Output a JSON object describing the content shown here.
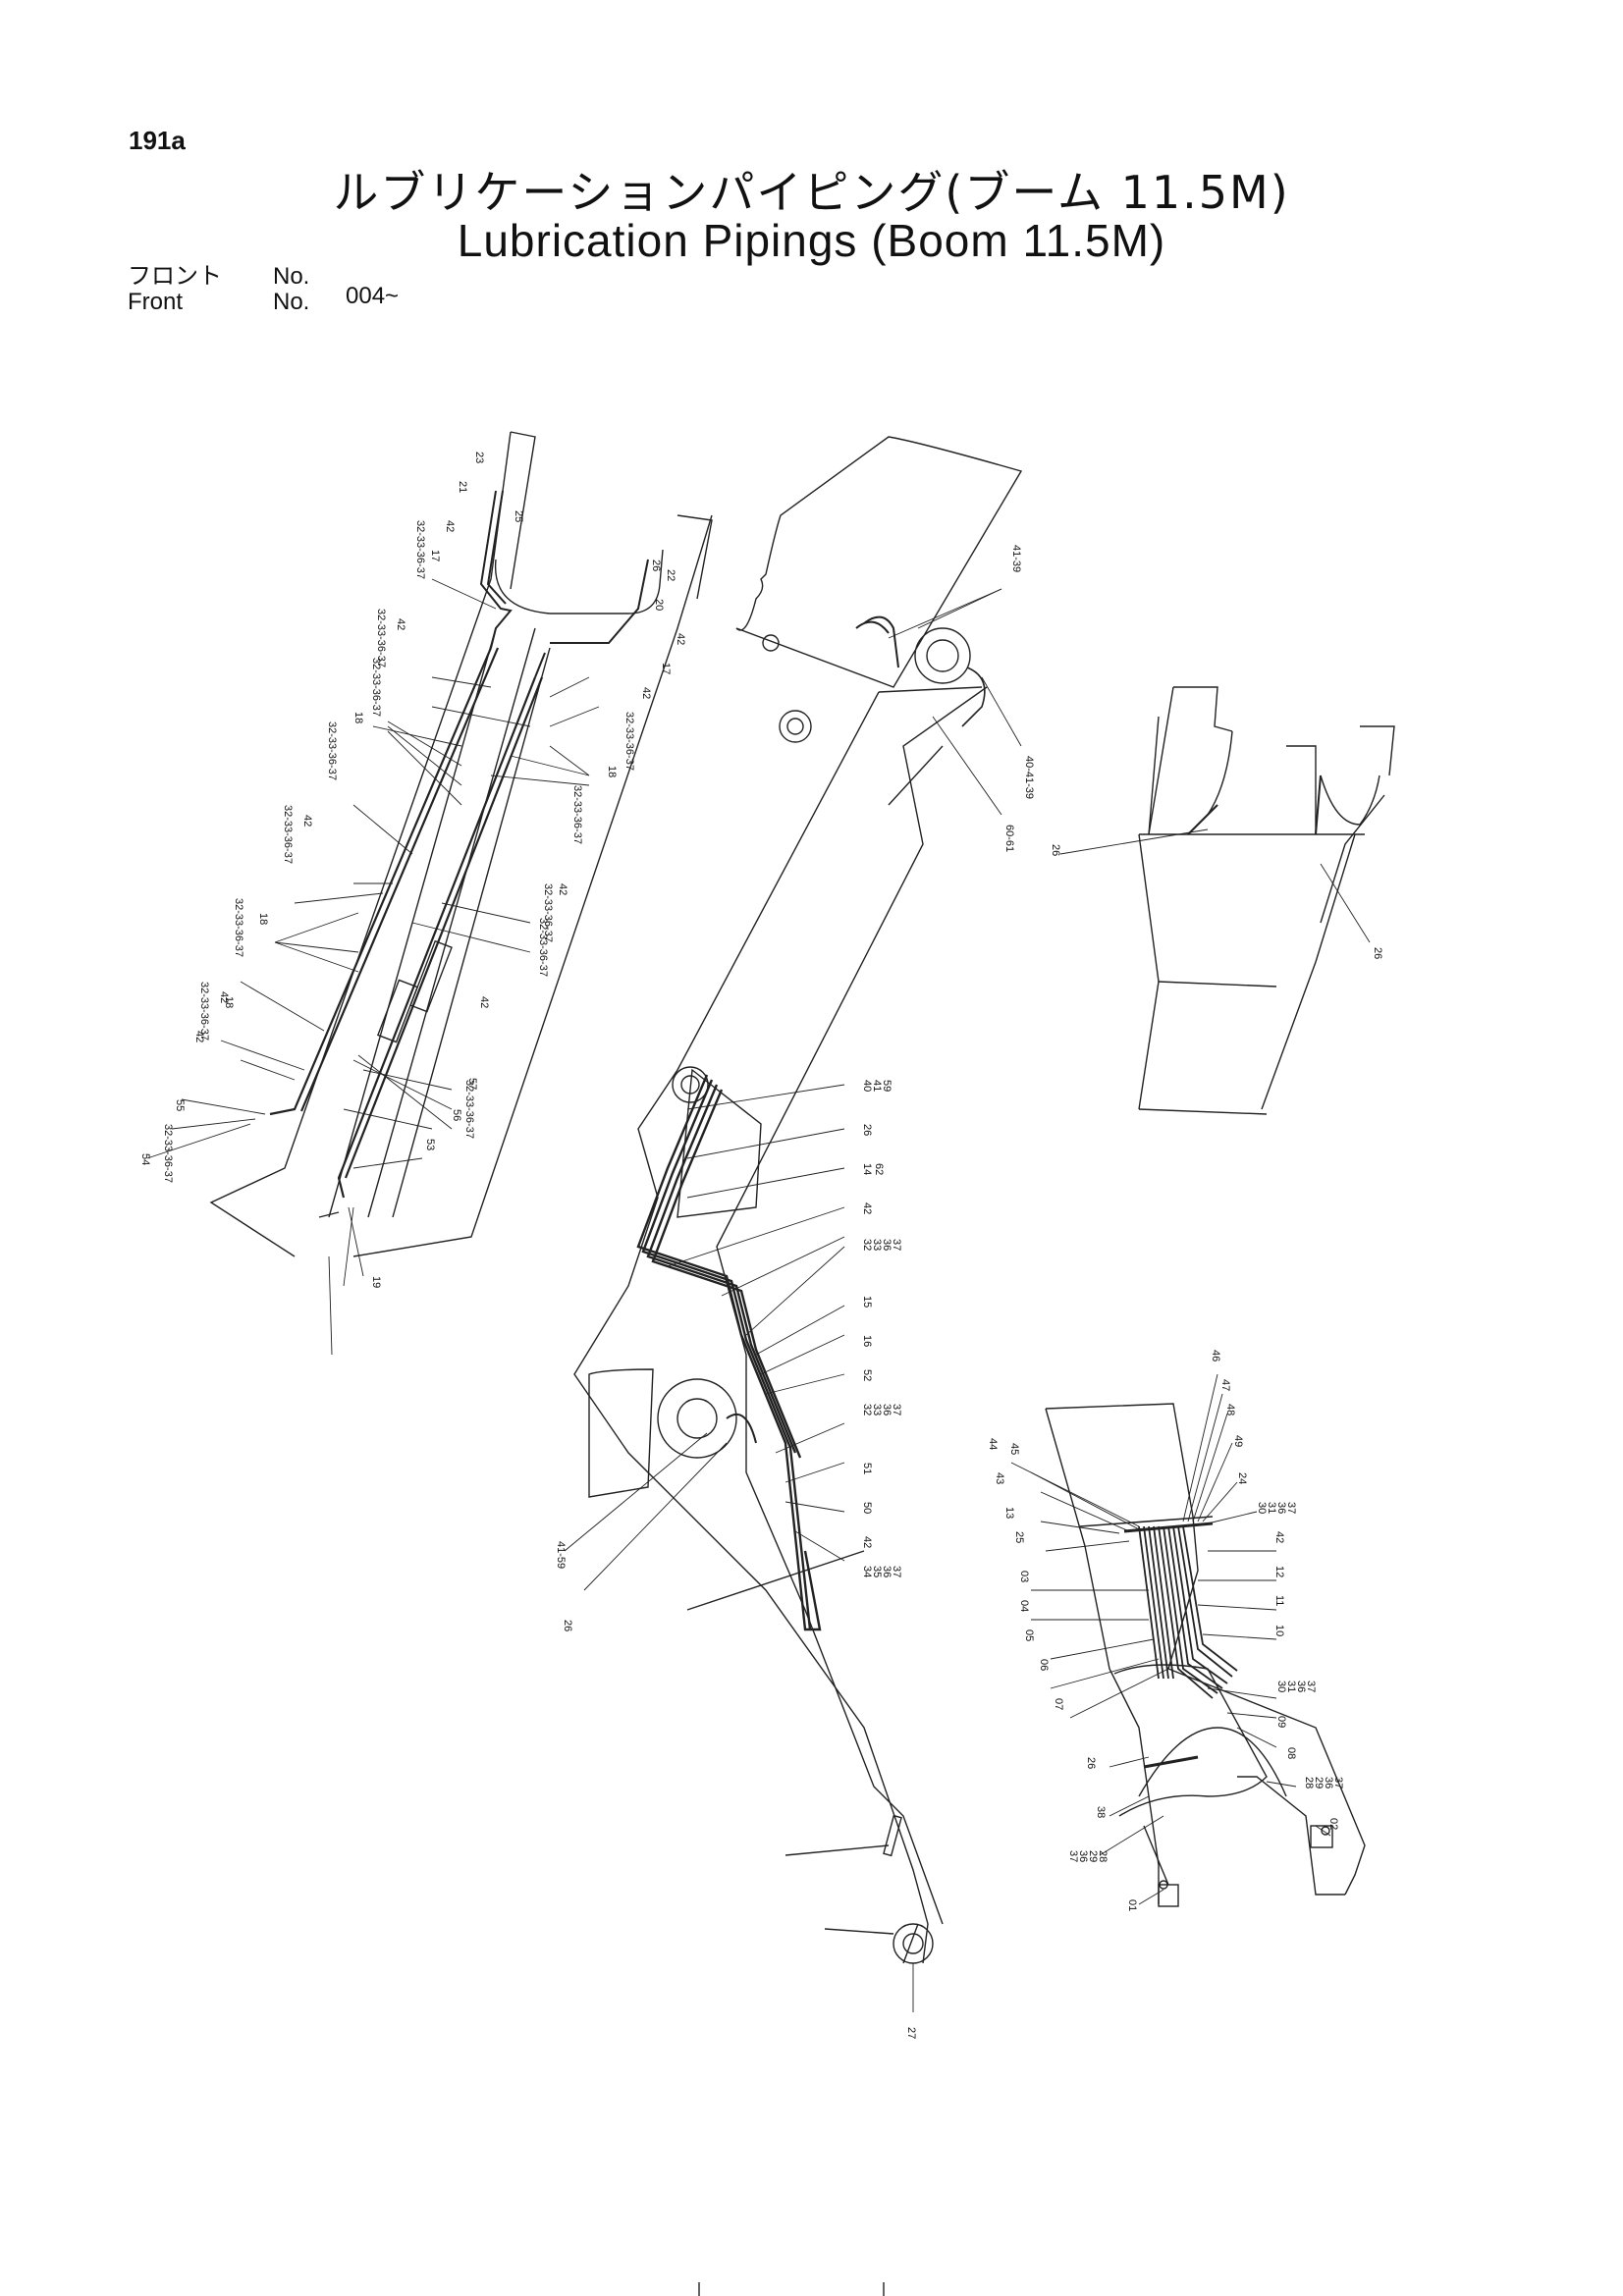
{
  "header": {
    "page_id": "191a",
    "title_jp": "ルブリケーションパイピング(ブーム 11.5M)",
    "title_en": "Lubrication Pipings (Boom 11.5M)",
    "front_jp": "フロント",
    "front_en": "Front",
    "no_label_1": "No.",
    "no_label_2": "No.",
    "serial": "004~"
  },
  "callouts": {
    "left_view": [
      "23",
      "21",
      "25",
      "42",
      "17",
      "32-33-36-37",
      "26",
      "22",
      "20",
      "42",
      "17",
      "32-33-36-37",
      "42",
      "32-33-36-37",
      "18",
      "32-33-36-37",
      "42",
      "32-33-36-37",
      "18",
      "32-33-36-37",
      "42",
      "32-33-36-37",
      "32-33-36-37",
      "42",
      "32-33-36-37",
      "18",
      "32-33-36-37",
      "42",
      "32-33-36-37",
      "42",
      "32-33-36-37",
      "18",
      "42",
      "57",
      "56",
      "55",
      "32-33-36-37",
      "54",
      "53",
      "19"
    ],
    "center_view": [
      "41-39",
      "40-41-39",
      "60-61",
      "40",
      "41",
      "59",
      "26",
      "14",
      "62",
      "42",
      "32",
      "33",
      "36",
      "37",
      "15",
      "16",
      "52",
      "32",
      "33",
      "36",
      "37",
      "51",
      "50",
      "42",
      "34",
      "35",
      "36",
      "37",
      "41-59",
      "26",
      "27"
    ],
    "right_top_view": [
      "26",
      "26"
    ],
    "right_bottom_view": [
      "46",
      "47",
      "48",
      "49",
      "24",
      "30",
      "31",
      "36",
      "37",
      "44",
      "45",
      "43",
      "13",
      "25",
      "42",
      "12",
      "11",
      "10",
      "03",
      "04",
      "05",
      "06",
      "07",
      "30",
      "31",
      "36",
      "37",
      "09",
      "08",
      "26",
      "38",
      "28",
      "29",
      "36",
      "37",
      "02",
      "37",
      "36",
      "29",
      "28",
      "01"
    ]
  }
}
